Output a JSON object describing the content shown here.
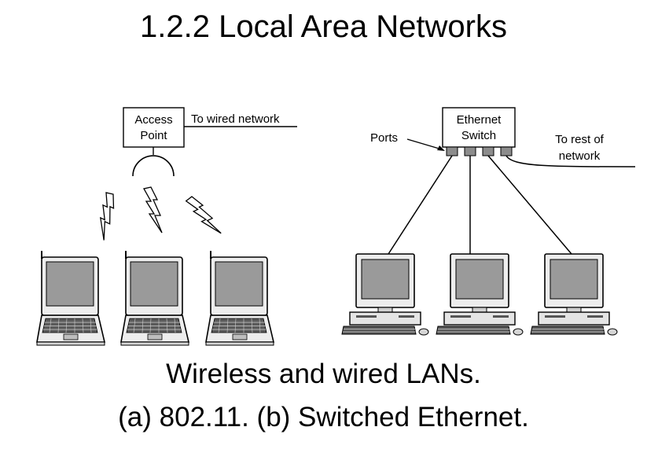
{
  "title": "1.2.2 Local Area Networks",
  "figure": {
    "wireless": {
      "access_point": [
        "Access",
        "Point"
      ],
      "to_wired": "To wired network"
    },
    "wired": {
      "switch": [
        "Ethernet",
        "Switch"
      ],
      "ports": "Ports",
      "to_rest": [
        "To rest of",
        "network"
      ]
    }
  },
  "caption": {
    "line1": "Wireless and wired LANs.",
    "line2": "(a) 802.11. (b) Switched Ethernet."
  },
  "icons": {
    "laptop": "laptop-icon",
    "desktop": "desktop-computer-icon",
    "wireless_signal": "lightning-signal-icon",
    "antenna": "antenna-icon"
  }
}
